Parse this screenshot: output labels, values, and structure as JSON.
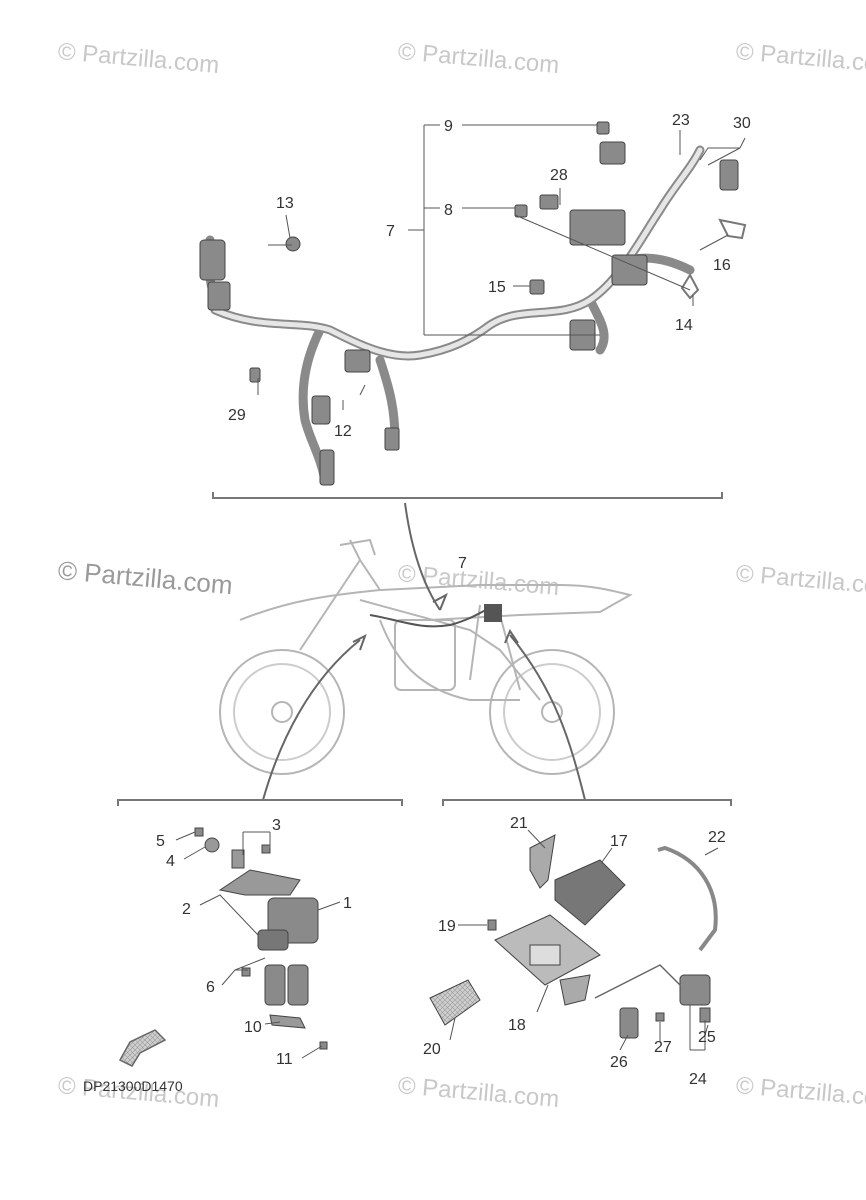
{
  "watermark": "© Partzilla.com",
  "diagram_code": "DP21300D1470",
  "callouts": {
    "c1": "1",
    "c2": "2",
    "c3": "3",
    "c4": "4",
    "c5": "5",
    "c6": "6",
    "c7a": "7",
    "c7b": "7",
    "c8": "8",
    "c9": "9",
    "c10": "10",
    "c11": "11",
    "c12": "12",
    "c13": "13",
    "c14": "14",
    "c15": "15",
    "c16": "16",
    "c17": "17",
    "c18": "18",
    "c19": "19",
    "c20": "20",
    "c21": "21",
    "c22": "22",
    "c23": "23",
    "c24": "24",
    "c25": "25",
    "c26": "26",
    "c27": "27",
    "c28": "28",
    "c29": "29",
    "c30": "30"
  }
}
